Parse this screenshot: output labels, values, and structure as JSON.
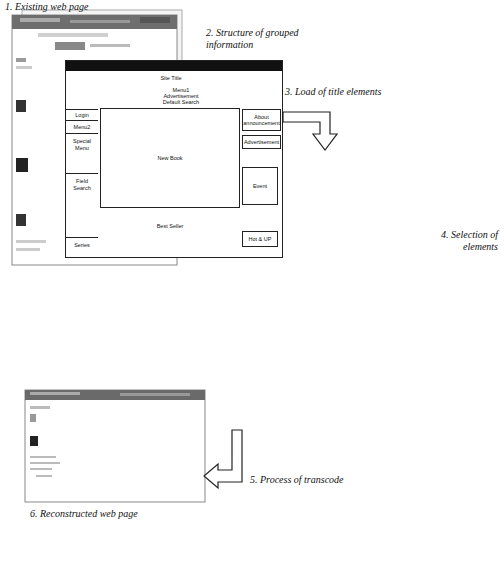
{
  "diagram": {
    "nodes": [
      {
        "text": [
          "1. Existing web page"
        ]
      },
      {
        "text": [
          "2. Structure of grouped information"
        ]
      },
      {
        "text": [
          "Site Title"
        ],
        "in": 1
      },
      {
        "text": [
          "Menu1",
          "Advertisement",
          "Default Search"
        ],
        "in": 1
      },
      {
        "text": [
          "Login"
        ],
        "in": 1
      },
      {
        "text": [
          "Menu2"
        ],
        "in": 1
      },
      {
        "text": [
          "Special Menu"
        ],
        "in": 1
      },
      {
        "text": [
          "Field Search"
        ],
        "in": 1
      },
      {
        "text": [
          "Series"
        ],
        "in": 1
      },
      {
        "text": [
          "New Book"
        ],
        "in": 1
      },
      {
        "text": [
          "Best Seller"
        ],
        "in": 1
      },
      {
        "text": [
          "About announcement"
        ],
        "in": 1
      },
      {
        "text": [
          "Advertisement"
        ],
        "in": 1
      },
      {
        "text": [
          "Event"
        ],
        "in": 1
      },
      {
        "text": [
          "Hot & UP"
        ],
        "in": 1
      },
      {
        "text": [
          "6. Reconstructed web page"
        ]
      }
    ],
    "labels": [
      "3. Load of title elements",
      "4. Selection of elements",
      "5. Process of transcode"
    ]
  }
}
